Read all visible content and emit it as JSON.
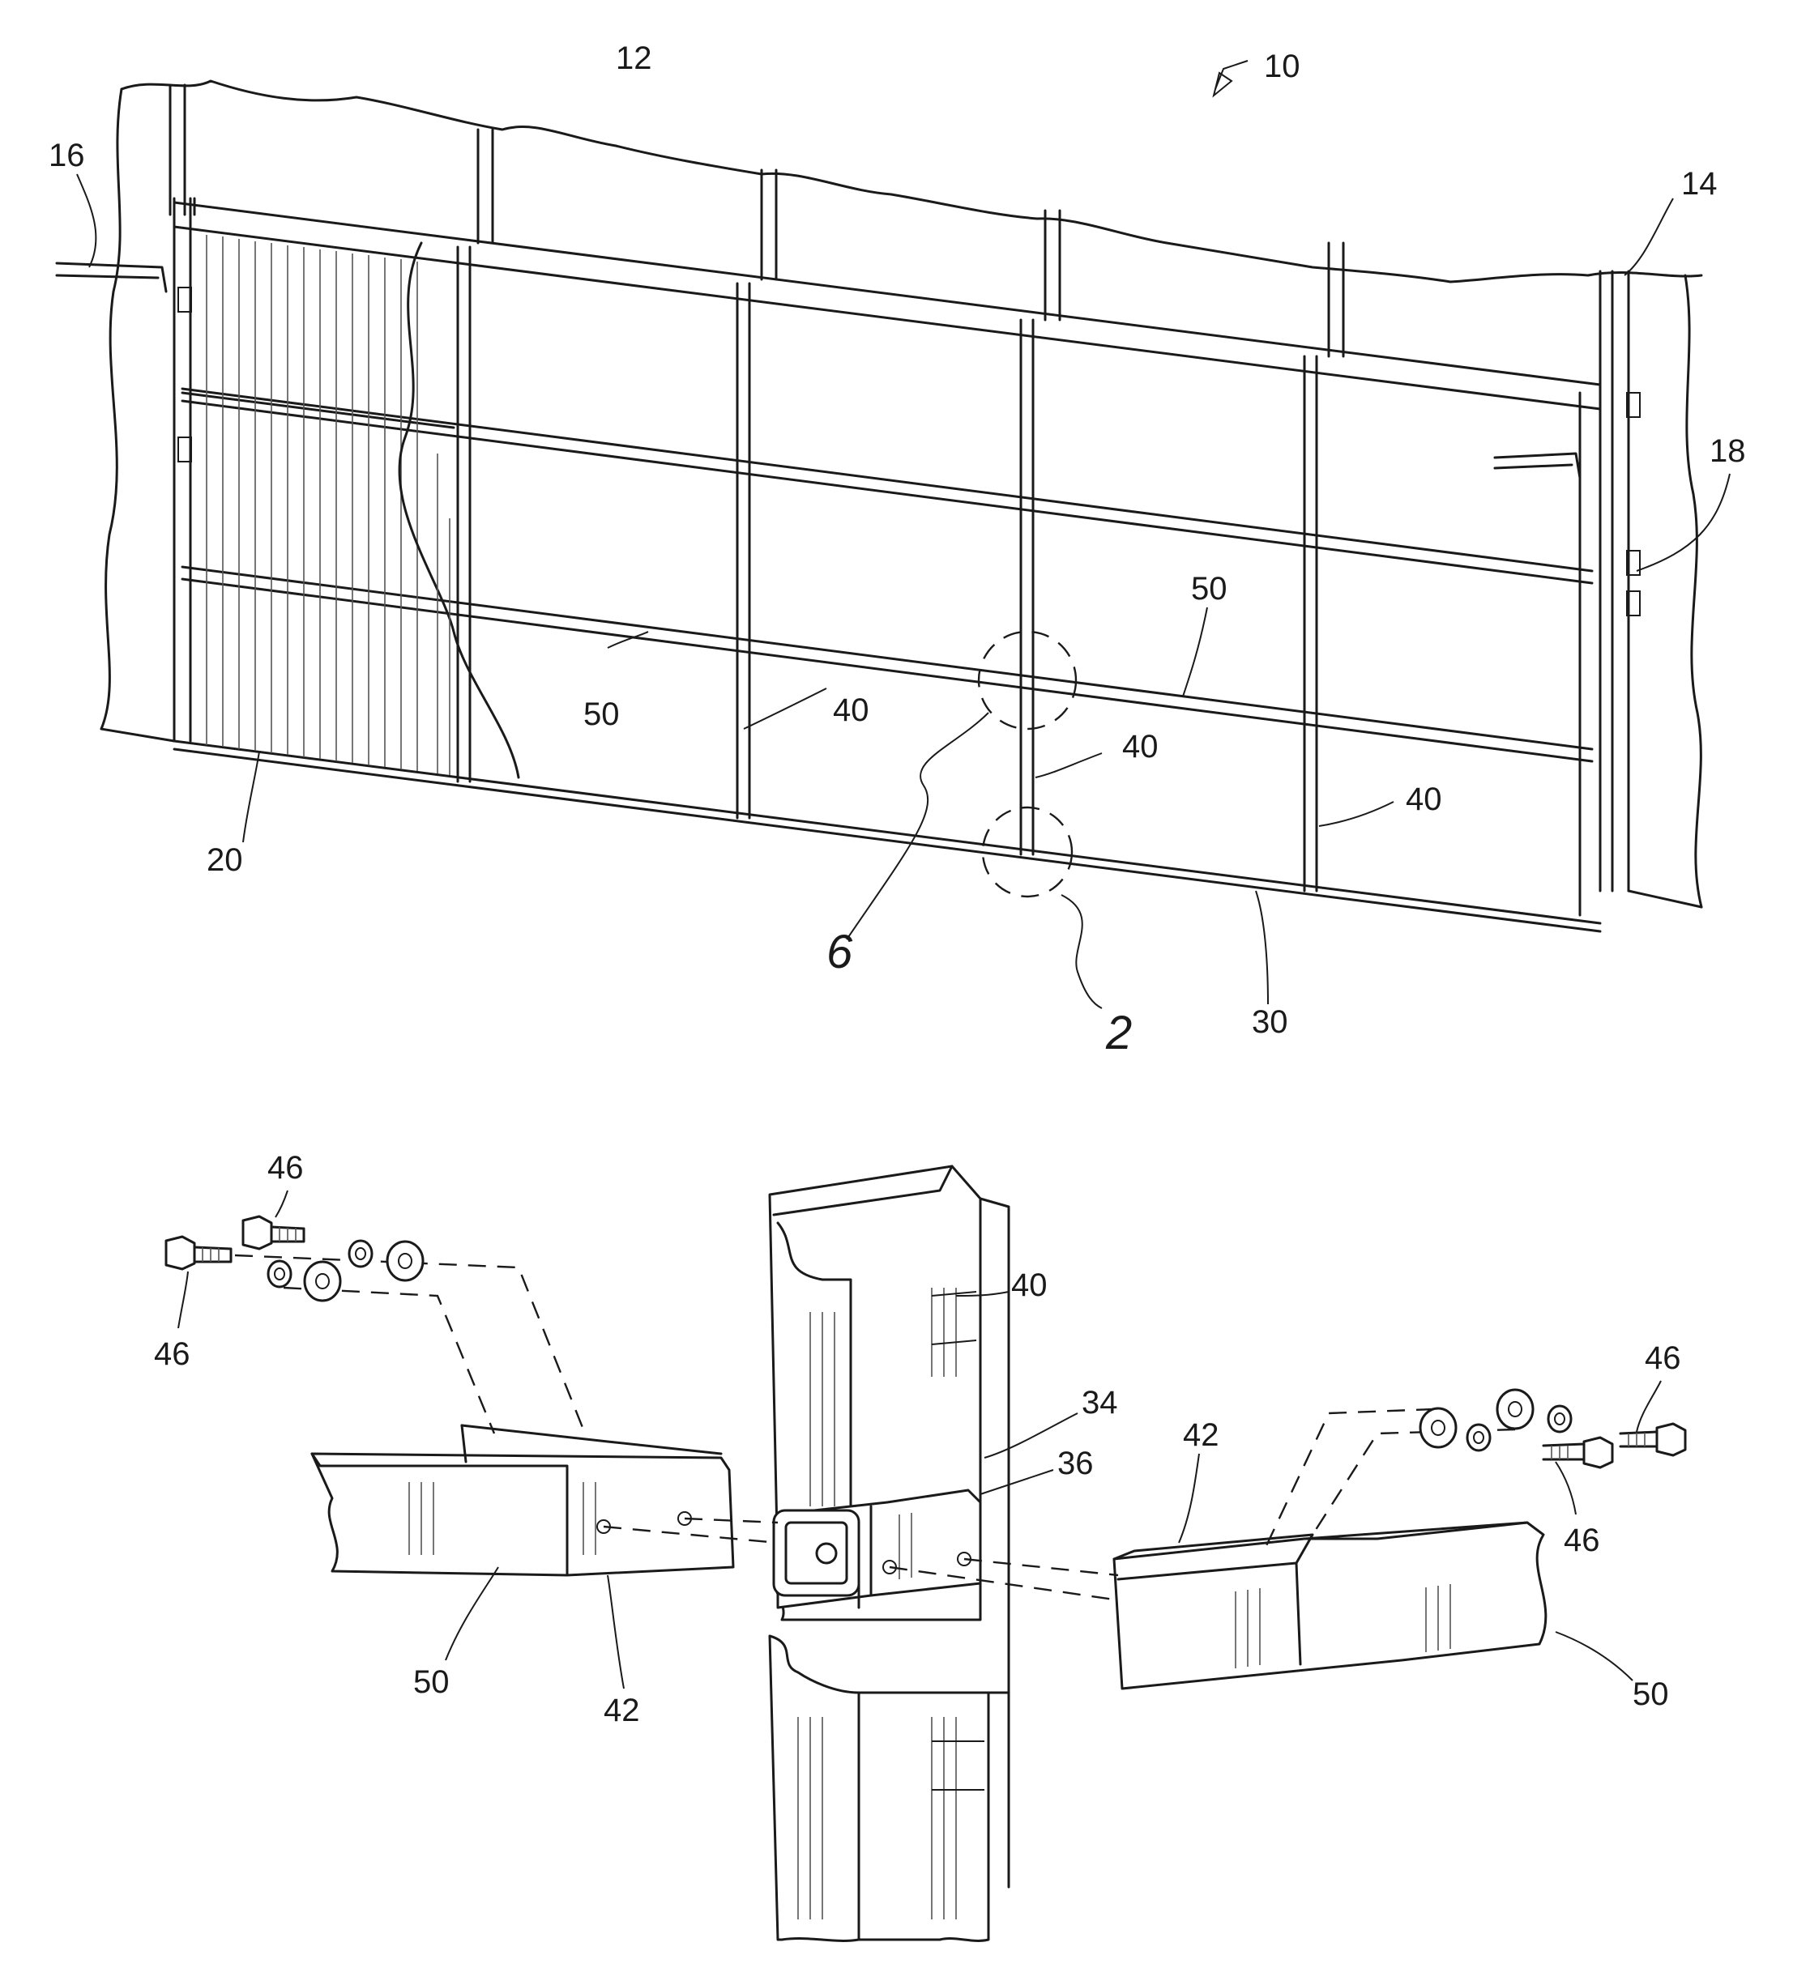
{
  "figure_top": {
    "labels": {
      "ref_10": "10",
      "ref_12": "12",
      "ref_14": "14",
      "ref_16": "16",
      "ref_18": "18",
      "ref_20": "20",
      "ref_30": "30",
      "ref_40_a": "40",
      "ref_40_b": "40",
      "ref_40_c": "40",
      "ref_50_a": "50",
      "ref_50_b": "50",
      "detail_6": "6",
      "detail_2": "2"
    }
  },
  "figure_bottom": {
    "labels": {
      "ref_46_a": "46",
      "ref_46_b": "46",
      "ref_46_c": "46",
      "ref_46_d": "46",
      "ref_40": "40",
      "ref_34": "34",
      "ref_36": "36",
      "ref_42_a": "42",
      "ref_42_b": "42",
      "ref_50_a": "50",
      "ref_50_b": "50"
    }
  }
}
